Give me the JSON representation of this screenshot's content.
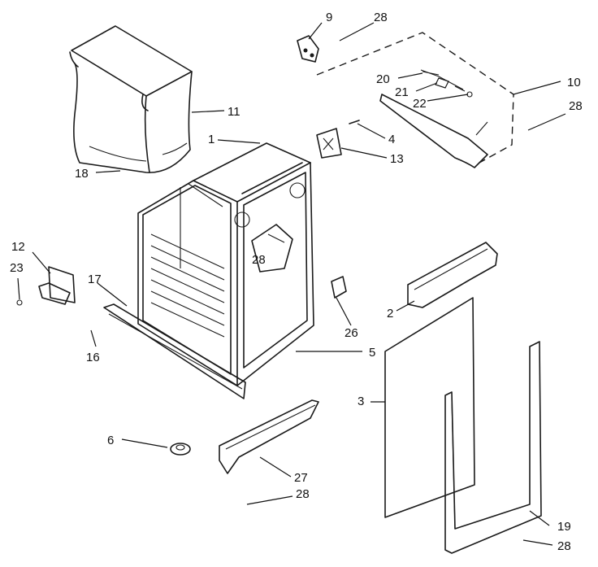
{
  "callouts": [
    {
      "id": "c9",
      "text": "9"
    },
    {
      "id": "c28a",
      "text": "28"
    },
    {
      "id": "c10",
      "text": "10"
    },
    {
      "id": "c20",
      "text": "20"
    },
    {
      "id": "c21",
      "text": "21"
    },
    {
      "id": "c22",
      "text": "22"
    },
    {
      "id": "c28b",
      "text": "28"
    },
    {
      "id": "c11",
      "text": "11"
    },
    {
      "id": "c1",
      "text": "1"
    },
    {
      "id": "c4",
      "text": "4"
    },
    {
      "id": "c13",
      "text": "13"
    },
    {
      "id": "c18",
      "text": "18"
    },
    {
      "id": "c12",
      "text": "12"
    },
    {
      "id": "c23",
      "text": "23"
    },
    {
      "id": "c28c",
      "text": "28"
    },
    {
      "id": "c17",
      "text": "17"
    },
    {
      "id": "c16",
      "text": "16"
    },
    {
      "id": "c2",
      "text": "2"
    },
    {
      "id": "c26",
      "text": "26"
    },
    {
      "id": "c5",
      "text": "5"
    },
    {
      "id": "c3",
      "text": "3"
    },
    {
      "id": "c6",
      "text": "6"
    },
    {
      "id": "c27",
      "text": "27"
    },
    {
      "id": "c28d",
      "text": "28"
    },
    {
      "id": "c19",
      "text": "19"
    },
    {
      "id": "c28e",
      "text": "28"
    }
  ]
}
